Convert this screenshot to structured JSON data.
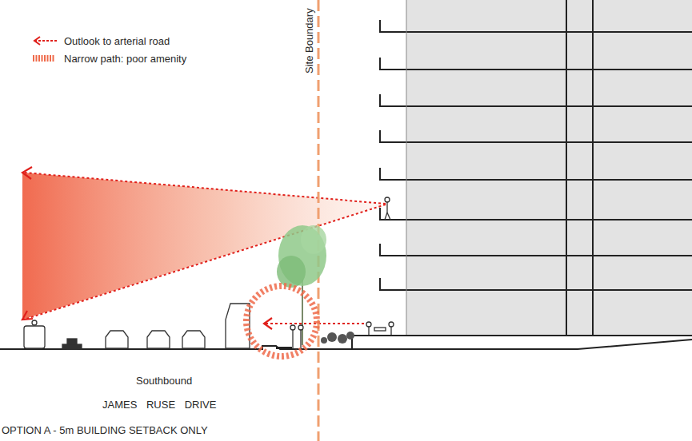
{
  "diagram": {
    "caption": "OPTION A - 5m BUILDING SETBACK ONLY",
    "labels": [
      "Site Boundary",
      "Southbound",
      "JAMES RUSE DRIVE"
    ],
    "legend": [
      {
        "text": "Outlook to arterial road"
      },
      {
        "text": "Narrow path: poor amenity"
      }
    ]
  }
}
